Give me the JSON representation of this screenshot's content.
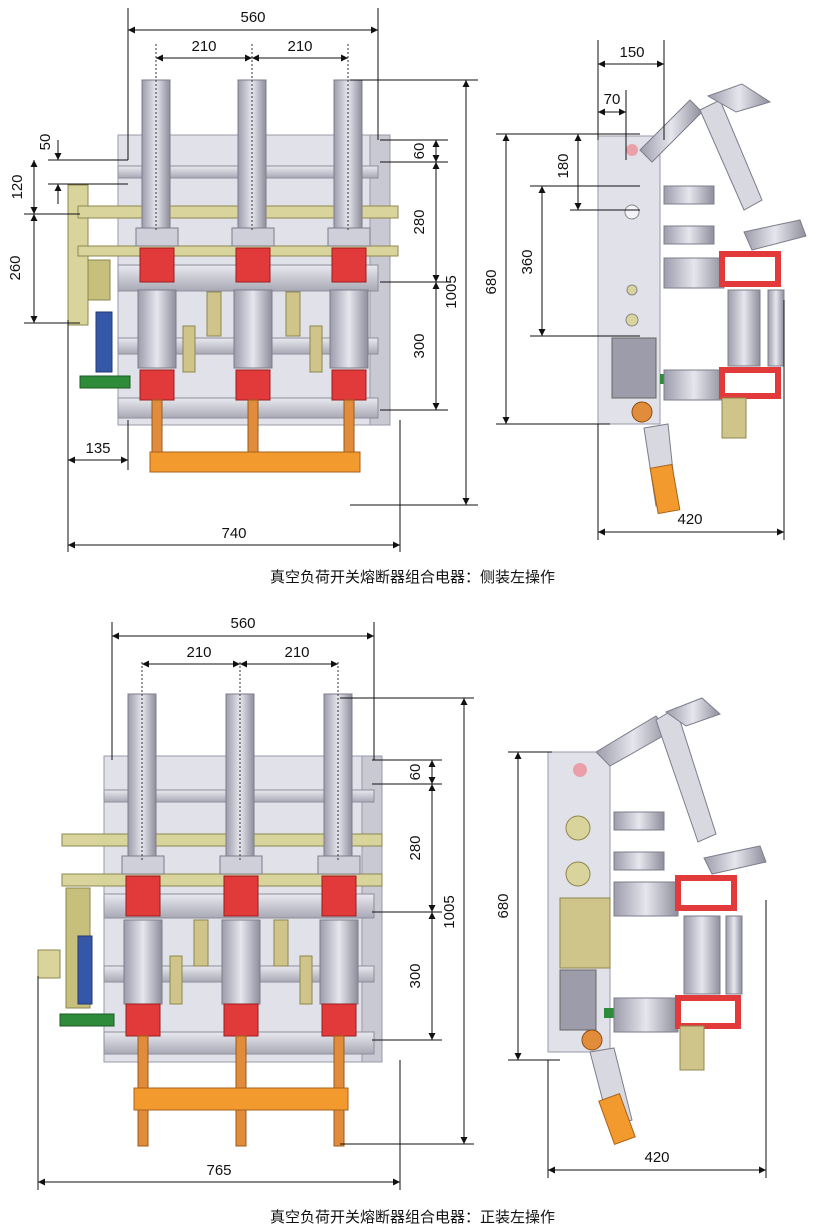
{
  "captions": {
    "top": "真空负荷开关熔断器组合电器：侧装左操作",
    "bottom": "真空负荷开关熔断器组合电器：正装左操作"
  },
  "top_front": {
    "width_total": "560",
    "spacing_left": "210",
    "spacing_right": "210",
    "left_50": "50",
    "left_120": "120",
    "left_260": "260",
    "right_60": "60",
    "right_280": "280",
    "right_300": "300",
    "height_total": "1005",
    "offset_135": "135",
    "width_bottom": "740"
  },
  "top_side": {
    "d150": "150",
    "d70": "70",
    "d180": "180",
    "d360": "360",
    "d680": "680",
    "d420": "420"
  },
  "bottom_front": {
    "width_total": "560",
    "spacing_left": "210",
    "spacing_right": "210",
    "right_60": "60",
    "right_280": "280",
    "right_300": "300",
    "height_total": "1005",
    "width_bottom": "765"
  },
  "bottom_side": {
    "d680": "680",
    "d420": "420"
  },
  "colors": {
    "insulator": "#c8c8d2",
    "red_block": "#e23a3a",
    "orange_bar": "#f29a2e",
    "frame": "#dcdce4",
    "frame_edge": "#9a9aa8",
    "brass": "#cfc58a",
    "green": "#2e8b3a",
    "blue": "#3557a8"
  }
}
